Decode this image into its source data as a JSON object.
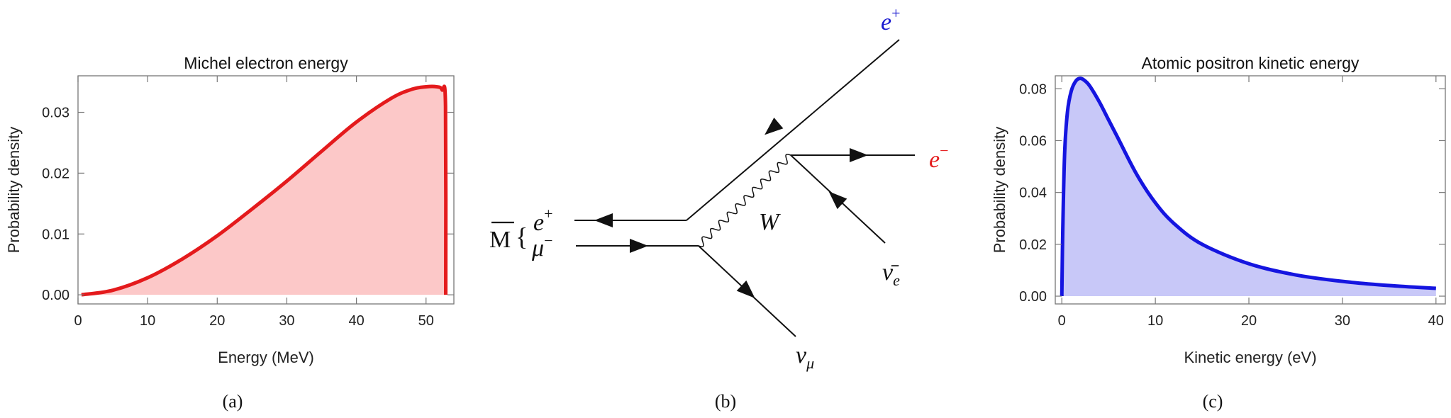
{
  "captions": {
    "a": "(a)",
    "b": "(b)",
    "c": "(c)"
  },
  "colors": {
    "curve_a": "#e41a1c",
    "fill_a": "#fcc8c8",
    "curve_c": "#1515e0",
    "fill_c": "#c8c8f8",
    "e_plus": "#1a1ad0",
    "e_minus": "#e41a1c"
  },
  "chart_data": [
    {
      "type": "area",
      "title": "Michel electron energy",
      "xlabel": "Energy (MeV)",
      "ylabel": "Probability density",
      "xlim": [
        0,
        54
      ],
      "ylim": [
        -0.0015,
        0.036
      ],
      "xticks": [
        0,
        10,
        20,
        30,
        40,
        50
      ],
      "yticks": [
        0.0,
        0.01,
        0.02,
        0.03
      ],
      "xtick_labels": [
        "0",
        "10",
        "20",
        "30",
        "40",
        "50"
      ],
      "ytick_labels": [
        "0.00",
        "0.01",
        "0.02",
        "0.03"
      ],
      "grid": false,
      "x": [
        0.5,
        5,
        10,
        15,
        20,
        25,
        30,
        35,
        40,
        45,
        48,
        50,
        51.5,
        52.3,
        52.8,
        52.83
      ],
      "y": [
        0.0,
        0.00075,
        0.0028,
        0.0059,
        0.0097,
        0.0141,
        0.0187,
        0.0236,
        0.0284,
        0.0323,
        0.0338,
        0.0342,
        0.0342,
        0.0337,
        0.031,
        0.0
      ]
    },
    {
      "type": "area",
      "title": "Atomic positron kinetic energy",
      "xlabel": "Kinetic energy (eV)",
      "ylabel": "Probability density",
      "xlim": [
        -0.7,
        41
      ],
      "ylim": [
        -0.003,
        0.085
      ],
      "xticks": [
        0,
        10,
        20,
        30,
        40
      ],
      "yticks": [
        0.0,
        0.02,
        0.04,
        0.06,
        0.08
      ],
      "xtick_labels": [
        "0",
        "10",
        "20",
        "30",
        "40"
      ],
      "ytick_labels": [
        "0.00",
        "0.02",
        "0.04",
        "0.06",
        "0.08"
      ],
      "grid": false,
      "x": [
        0,
        0.1,
        0.3,
        0.6,
        1.0,
        1.5,
        2.0,
        2.5,
        3,
        4,
        5,
        6,
        8,
        10,
        12,
        15,
        20,
        25,
        30,
        35,
        40
      ],
      "y": [
        0.0,
        0.025,
        0.055,
        0.071,
        0.079,
        0.083,
        0.084,
        0.083,
        0.081,
        0.075,
        0.068,
        0.061,
        0.047,
        0.036,
        0.028,
        0.02,
        0.0125,
        0.0082,
        0.0057,
        0.0041,
        0.003
      ]
    }
  ],
  "diagram": {
    "bound_state_symbol": "M",
    "left_particles": [
      {
        "symbol": "e",
        "superscript": "+"
      },
      {
        "symbol": "μ",
        "superscript": "−"
      }
    ],
    "boson_label": "W",
    "outgoing": [
      {
        "symbol": "e",
        "superscript": "+"
      },
      {
        "symbol": "e",
        "superscript": "−"
      },
      {
        "symbol": "ν̄",
        "subscript": "e"
      },
      {
        "symbol": "ν",
        "subscript": "μ"
      }
    ]
  }
}
